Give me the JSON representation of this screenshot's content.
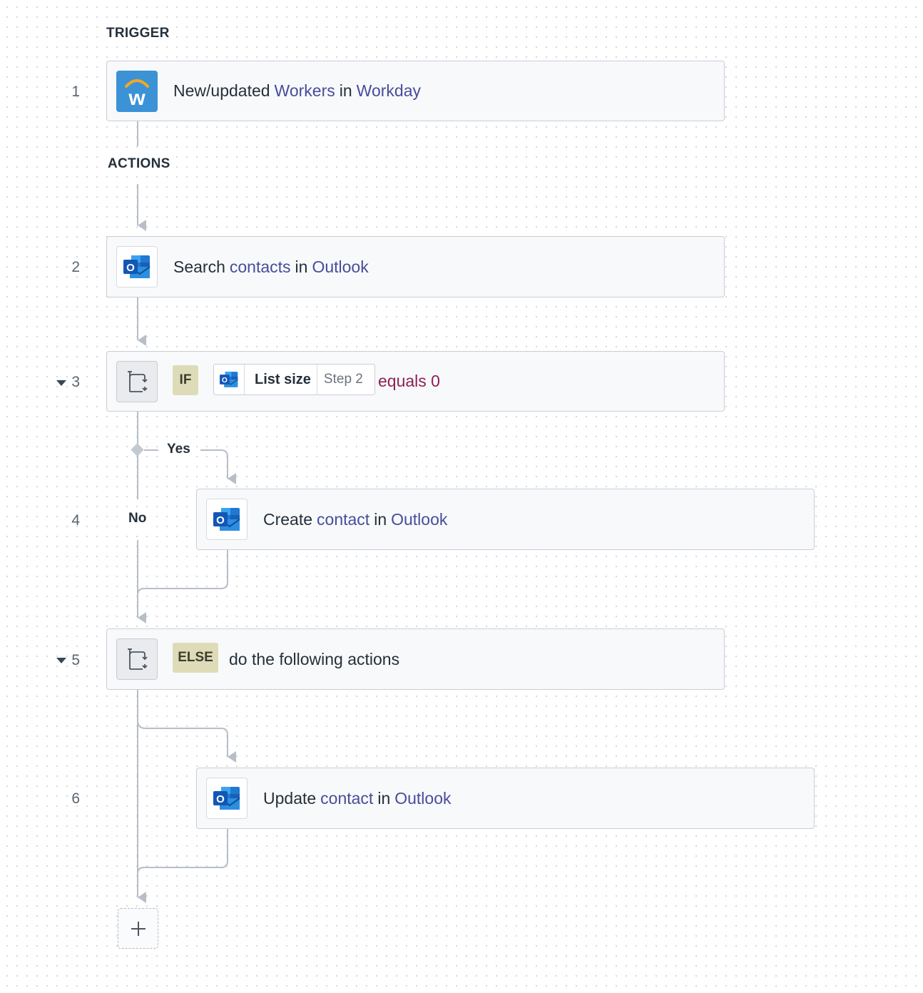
{
  "sections": {
    "trigger": "TRIGGER",
    "actions": "ACTIONS"
  },
  "steps": [
    {
      "number": "1",
      "verb": "New/updated",
      "object": "Workers",
      "prep": "in",
      "app": "Workday",
      "icon": "workday-icon"
    },
    {
      "number": "2",
      "verb": "Search",
      "object": "contacts",
      "prep": "in",
      "app": "Outlook",
      "icon": "outlook-icon"
    },
    {
      "number": "3",
      "keyword": "IF",
      "field": "List size",
      "source": "Step 2",
      "operator": "equals 0",
      "icon": "condition-branch-icon",
      "collapsible": true
    },
    {
      "number": "4",
      "verb": "Create",
      "object": "contact",
      "prep": "in",
      "app": "Outlook",
      "icon": "outlook-icon"
    },
    {
      "number": "5",
      "keyword": "ELSE",
      "text": "do the following actions",
      "icon": "condition-branch-icon",
      "collapsible": true
    },
    {
      "number": "6",
      "verb": "Update",
      "object": "contact",
      "prep": "in",
      "app": "Outlook",
      "icon": "outlook-icon"
    }
  ],
  "branches": {
    "yes": "Yes",
    "no": "No"
  },
  "add_step": {
    "icon": "plus-icon"
  },
  "colors": {
    "link": "#474d9a",
    "operator": "#8e2156",
    "badge": "#dedbb8",
    "workday_blue": "#3b93d6",
    "workday_arc": "#f5a623",
    "outlook_blue": "#1a66c4",
    "connector": "#b7bec7"
  }
}
